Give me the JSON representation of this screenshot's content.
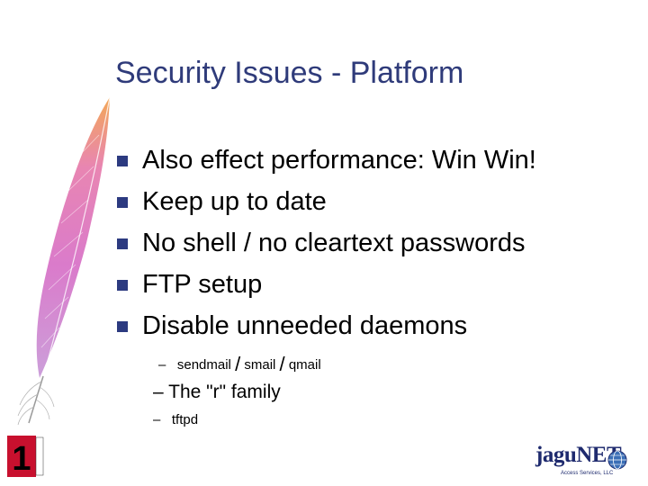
{
  "slide": {
    "title": "Security Issues - Platform",
    "bullets": [
      "Also effect performance: Win Win!",
      "Keep up to date",
      "No shell / no cleartext passwords",
      "FTP setup",
      "Disable unneeded daemons"
    ],
    "subitems": {
      "dash": "–",
      "sendmail": "sendmail",
      "smail": "smail",
      "qmail": "qmail",
      "slash": "/",
      "r_family": "The \"r\" family",
      "tftpd": "tftpd"
    }
  },
  "footer": {
    "left_logo_number": "1",
    "right_logo_text": "jaguNET",
    "right_logo_sub": "Access Services, LLC"
  },
  "colors": {
    "title": "#2f3b7a",
    "bullet_marker": "#2c3a80",
    "feather_pink": "#e07ab8",
    "feather_orange": "#f0a050"
  },
  "icons": [
    "apache-feather-icon",
    "square-bullet-icon",
    "globe-icon"
  ]
}
